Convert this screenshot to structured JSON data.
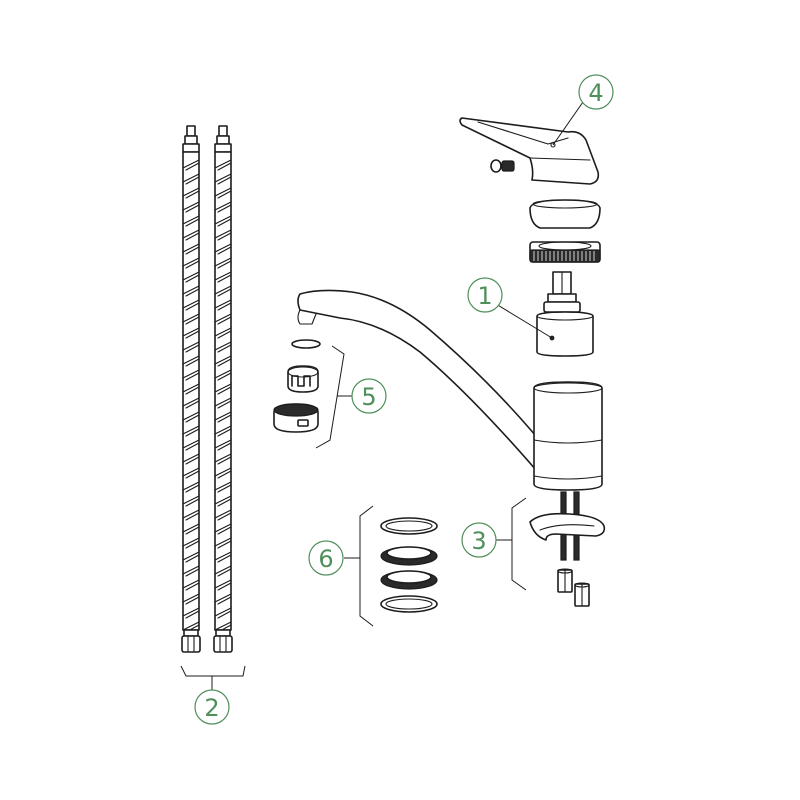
{
  "colors": {
    "callout": "#4f8f5a",
    "line": "#1c1c1c",
    "background": "#ffffff"
  },
  "callouts": {
    "cartridge": "1",
    "hoses": "2",
    "fixing_kit": "3",
    "lever": "4",
    "aerator": "5",
    "seals": "6"
  }
}
